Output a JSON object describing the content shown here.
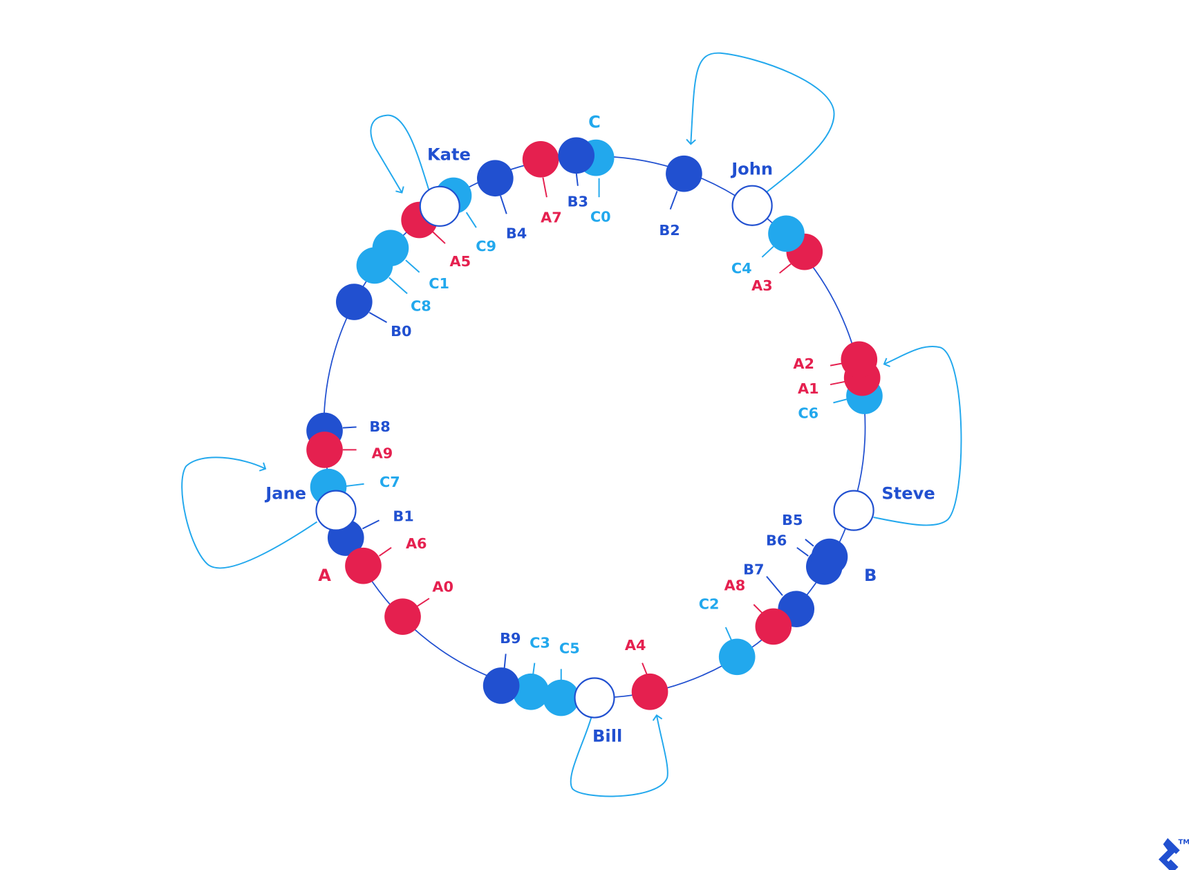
{
  "colors": {
    "red": "#e5204f",
    "dark_blue": "#2150d0",
    "light_blue": "#22a8ed"
  },
  "servers": [
    "Kate",
    "John",
    "Steve",
    "Bill",
    "Jane"
  ],
  "groups": [
    {
      "label": "A",
      "color": "red"
    },
    {
      "label": "B",
      "color": "dark_blue"
    },
    {
      "label": "C",
      "color": "light_blue"
    }
  ],
  "points": [
    {
      "label": "C0",
      "color": "light_blue"
    },
    {
      "label": "B3",
      "color": "dark_blue"
    },
    {
      "label": "A7",
      "color": "red"
    },
    {
      "label": "B4",
      "color": "dark_blue"
    },
    {
      "label": "C9",
      "color": "light_blue"
    },
    {
      "label": "A5",
      "color": "red"
    },
    {
      "label": "C1",
      "color": "light_blue"
    },
    {
      "label": "C8",
      "color": "light_blue"
    },
    {
      "label": "B0",
      "color": "dark_blue"
    },
    {
      "label": "B2",
      "color": "dark_blue"
    },
    {
      "label": "C4",
      "color": "light_blue"
    },
    {
      "label": "A3",
      "color": "red"
    },
    {
      "label": "A2",
      "color": "red"
    },
    {
      "label": "A1",
      "color": "red"
    },
    {
      "label": "C6",
      "color": "light_blue"
    },
    {
      "label": "B5",
      "color": "dark_blue"
    },
    {
      "label": "B6",
      "color": "dark_blue"
    },
    {
      "label": "B7",
      "color": "dark_blue"
    },
    {
      "label": "A8",
      "color": "red"
    },
    {
      "label": "C2",
      "color": "light_blue"
    },
    {
      "label": "A4",
      "color": "red"
    },
    {
      "label": "C5",
      "color": "light_blue"
    },
    {
      "label": "C3",
      "color": "light_blue"
    },
    {
      "label": "B9",
      "color": "dark_blue"
    },
    {
      "label": "A0",
      "color": "red"
    },
    {
      "label": "A6",
      "color": "red"
    },
    {
      "label": "B1",
      "color": "dark_blue"
    },
    {
      "label": "C7",
      "color": "light_blue"
    },
    {
      "label": "A9",
      "color": "red"
    },
    {
      "label": "B8",
      "color": "dark_blue"
    }
  ],
  "logo": {
    "trademark": "TM"
  }
}
